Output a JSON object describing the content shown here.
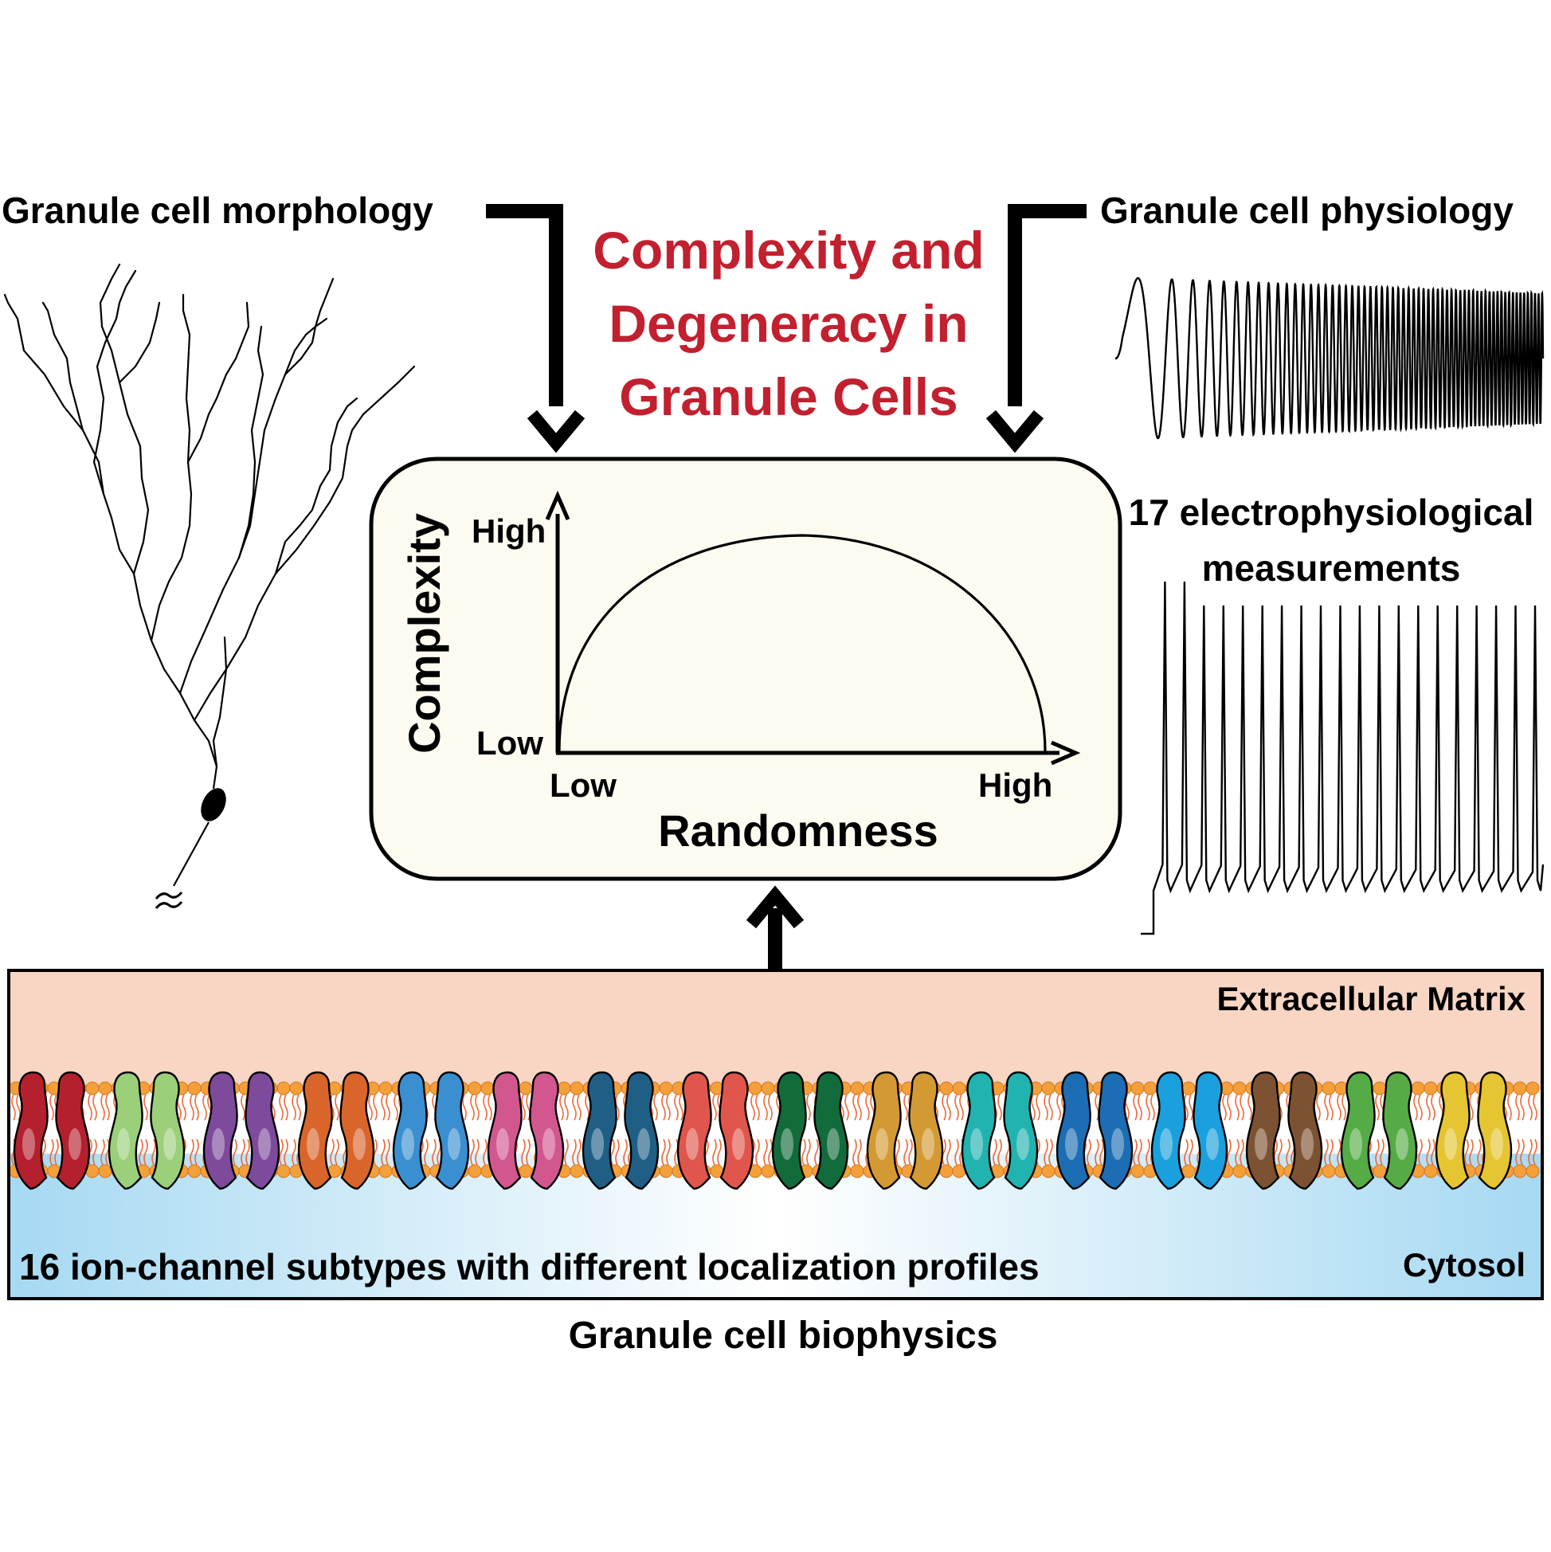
{
  "title_lines": [
    "Complexity and",
    "Degeneracy in",
    "Granule Cells"
  ],
  "morphology_label": "Granule cell morphology",
  "physiology_label": "Granule cell physiology",
  "measurements_lines": [
    "17 electrophysiological",
    "measurements"
  ],
  "biophysics_label": "Granule cell biophysics",
  "channels_label": "16 ion-channel subtypes with different localization profiles",
  "extracellular_label": "Extracellular Matrix",
  "cytosol_label": "Cytosol",
  "graph": {
    "y_axis_label": "Complexity",
    "x_axis_label": "Randomness",
    "y_high": "High",
    "y_low": "Low",
    "x_low": "Low",
    "x_high": "High"
  },
  "colors": {
    "title": "#c2202f",
    "panel_bg": "#fdfbf0",
    "extracellular": "#f9d5c3",
    "cytosol": "#a6d9f2",
    "lipid": "#f4a03a"
  },
  "channel_colors": [
    "#b5202e",
    "#9bcf7a",
    "#7d4a9c",
    "#d9652b",
    "#3a8fd0",
    "#d2578f",
    "#1f5f86",
    "#e0564c",
    "#126b3a",
    "#d39a34",
    "#21b3b0",
    "#1c6db4",
    "#1aa0dc",
    "#7d5232",
    "#55ac46",
    "#e5c531"
  ]
}
